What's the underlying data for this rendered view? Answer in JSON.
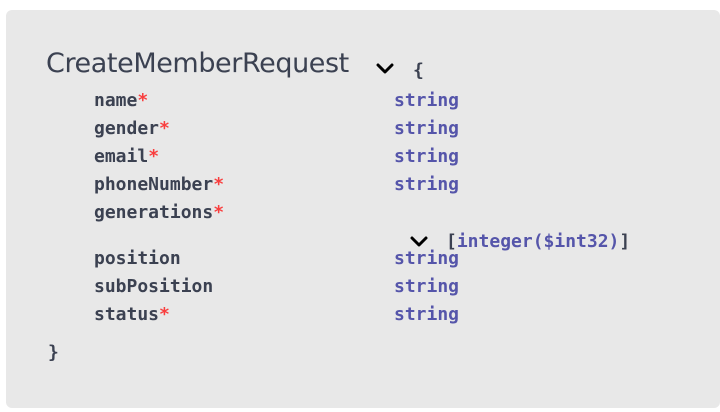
{
  "model": {
    "title": "CreateMemberRequest",
    "brace_open": "{",
    "brace_close": "}",
    "properties": [
      {
        "name": "name",
        "required": "*",
        "type": "string"
      },
      {
        "name": "gender",
        "required": "*",
        "type": "string"
      },
      {
        "name": "email",
        "required": "*",
        "type": "string"
      },
      {
        "name": "phoneNumber",
        "required": "*",
        "type": "string"
      },
      {
        "name": "generations",
        "required": "*",
        "type_open": "[",
        "type_inner": "integer($int32)",
        "type_close": "]"
      },
      {
        "name": "position",
        "required": "",
        "type": "string"
      },
      {
        "name": "subPosition",
        "required": "",
        "type": "string"
      },
      {
        "name": "status",
        "required": "*",
        "type": "string"
      }
    ]
  },
  "icons": {
    "title_toggle": "chevron-down-icon",
    "array_toggle": "chevron-down-icon"
  },
  "colors": {
    "card_background": "#e8e8e8",
    "text": "#3b4151",
    "type": "#55a",
    "required": "#f93e3e"
  }
}
